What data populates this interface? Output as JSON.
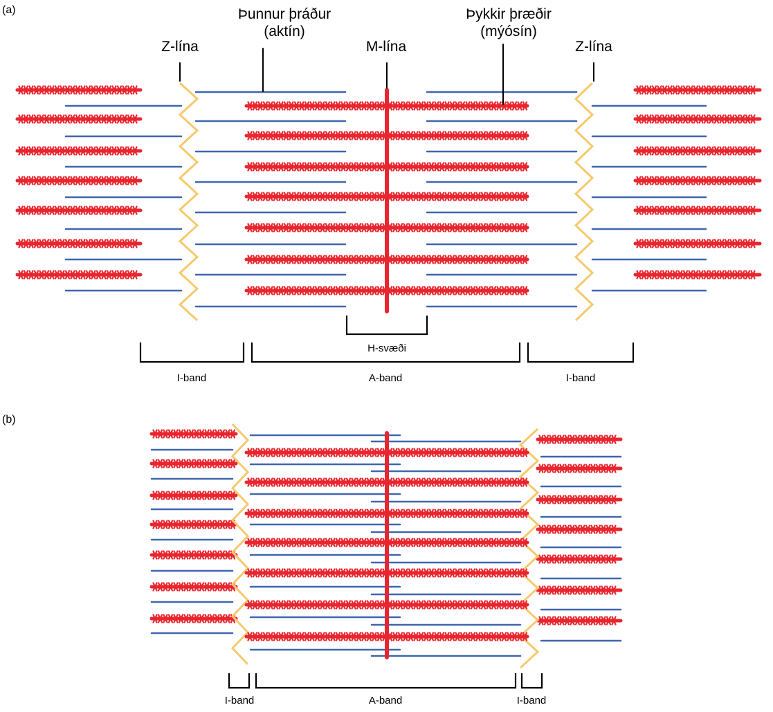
{
  "colors": {
    "actin": "#3f66ad",
    "myosin": "#e8262f",
    "z_line": "#f7c96b",
    "m_line": "#e8262f",
    "bracket": "#000000"
  },
  "panel_a": {
    "label": "(a)",
    "callouts": {
      "z_left": "Z-lína",
      "thin_line1": "Þunnur þráður",
      "thin_line2": "(aktín)",
      "m_line": "M-lína",
      "thick_line1": "Þykkir þræðir",
      "thick_line2": "(mýósín)",
      "z_right": "Z-lína"
    },
    "bands": {
      "h_zone": "H-svæði",
      "i_band_left": "I-band",
      "a_band": "A-band",
      "i_band_right": "I-band"
    }
  },
  "panel_b": {
    "label": "(b)",
    "bands": {
      "i_band_left": "I-band",
      "a_band": "A-band",
      "i_band_right": "I-band"
    }
  }
}
